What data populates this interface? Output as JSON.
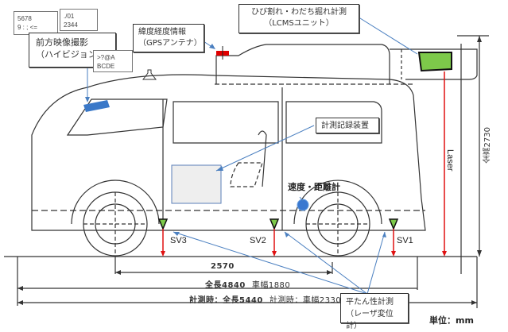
{
  "callouts": {
    "front_camera": {
      "line1": "前方映像撮影",
      "line2": "（ハイビジョンカ"
    },
    "gps": {
      "line1": "緯度経度情報",
      "line2": "（GPSアンテナ）"
    },
    "lcms": {
      "line1": "ひび割れ・わだち掘れ計測",
      "line2": "（LCMSユニット）"
    },
    "recorder": {
      "line1": "計測記録装置"
    },
    "flatness": {
      "line1": "平たん性計測",
      "line2": "（レーザ変位計）"
    }
  },
  "overlay_boxes": [
    {
      "line1": "5678",
      "line2": "9 : ; <="
    },
    {
      "line1": "./01",
      "line2": "2344"
    },
    {
      "line1": ">?@A",
      "line2": "BCDE"
    }
  ],
  "labels": {
    "speed_distance": "速度・距離計",
    "sv1": "SV1",
    "sv2": "SV2",
    "sv3": "SV3",
    "laser": "Laser",
    "total_height": "全高2730",
    "unit": "単位：mm"
  },
  "dimensions": {
    "wheelbase": "2570",
    "length": "全長4840",
    "width": "車幅1880",
    "measure_length": "計測時：全長5440",
    "measure_width": "計測時：車幅2330"
  },
  "colors": {
    "sensor_green": "#7dc94a",
    "gps_red": "#e00000",
    "camera_blue": "#3a78c8",
    "laser_red": "#e01010",
    "leader_blue": "#4a7fc0",
    "wheel_sensor_blue": "#3a78d0",
    "recorder_fill": "#eeeeee"
  }
}
